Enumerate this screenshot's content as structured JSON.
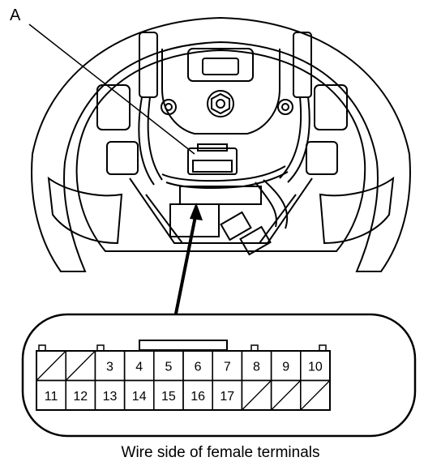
{
  "callout_label": "A",
  "caption": "Wire side of female terminals",
  "connector": {
    "top_row": [
      {
        "label": "",
        "blocked": true
      },
      {
        "label": "",
        "blocked": true
      },
      {
        "label": "3",
        "blocked": false
      },
      {
        "label": "4",
        "blocked": false
      },
      {
        "label": "5",
        "blocked": false
      },
      {
        "label": "6",
        "blocked": false
      },
      {
        "label": "7",
        "blocked": false
      },
      {
        "label": "8",
        "blocked": false
      },
      {
        "label": "9",
        "blocked": false
      },
      {
        "label": "10",
        "blocked": false
      }
    ],
    "bottom_row": [
      {
        "label": "11",
        "blocked": false
      },
      {
        "label": "12",
        "blocked": false
      },
      {
        "label": "13",
        "blocked": false
      },
      {
        "label": "14",
        "blocked": false
      },
      {
        "label": "15",
        "blocked": false
      },
      {
        "label": "16",
        "blocked": false
      },
      {
        "label": "17",
        "blocked": false
      },
      {
        "label": "",
        "blocked": true
      },
      {
        "label": "",
        "blocked": true
      },
      {
        "label": "",
        "blocked": true
      }
    ]
  }
}
